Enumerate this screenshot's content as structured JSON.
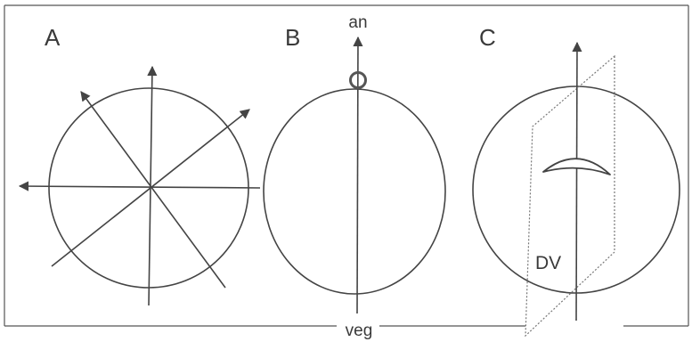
{
  "panels": {
    "a": {
      "label": "A"
    },
    "b": {
      "label": "B",
      "top_label": "an",
      "bottom_label": "veg"
    },
    "c": {
      "label": "C",
      "plane_label": "DV"
    }
  },
  "colors": {
    "line": "#444444",
    "frame": "#555555",
    "plane": "#777777",
    "background": "#ffffff"
  }
}
